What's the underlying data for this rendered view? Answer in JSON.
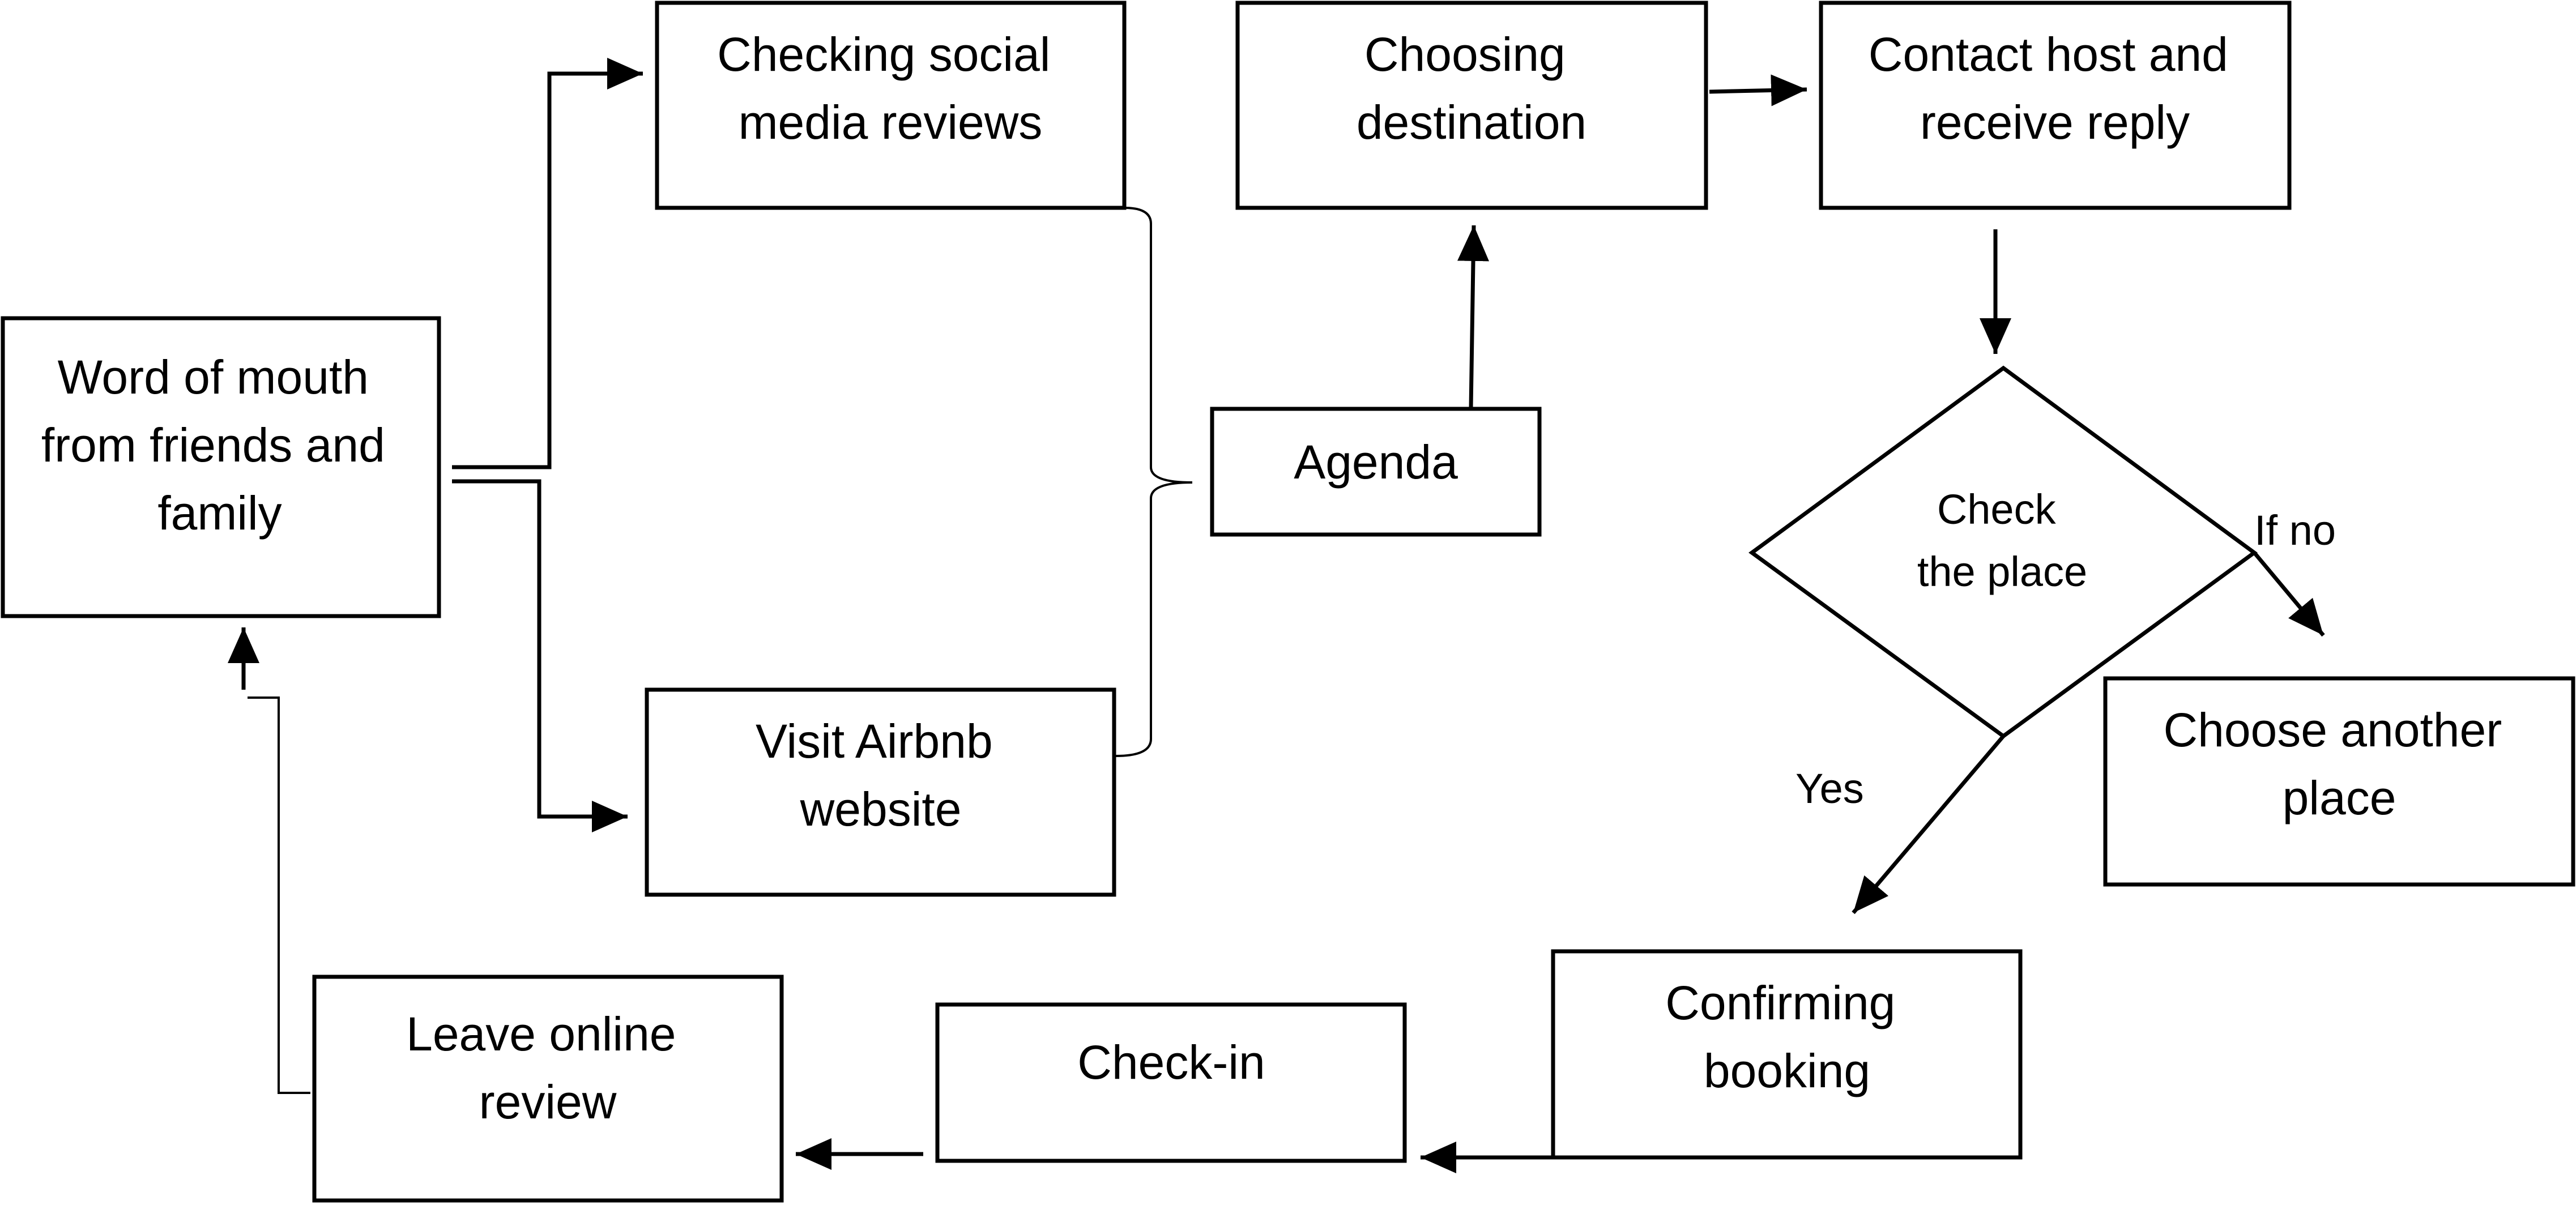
{
  "nodes": {
    "word_of_mouth": [
      "Word of mouth",
      "from friends and",
      "family"
    ],
    "social_reviews": [
      "Checking social",
      "media reviews"
    ],
    "airbnb_website": [
      "Visit Airbnb",
      "website"
    ],
    "agenda": [
      "Agenda"
    ],
    "choosing_destination": [
      "Choosing",
      "destination"
    ],
    "contact_host": [
      "Contact host and",
      "receive reply"
    ],
    "check_place": [
      "Check",
      "the place"
    ],
    "choose_another": [
      "Choose another",
      "place"
    ],
    "confirming_booking": [
      "Confirming",
      "booking"
    ],
    "check_in": [
      "Check-in"
    ],
    "leave_review": [
      "Leave online",
      "review"
    ]
  },
  "edge_labels": {
    "if_no": "If no",
    "yes": "Yes"
  }
}
